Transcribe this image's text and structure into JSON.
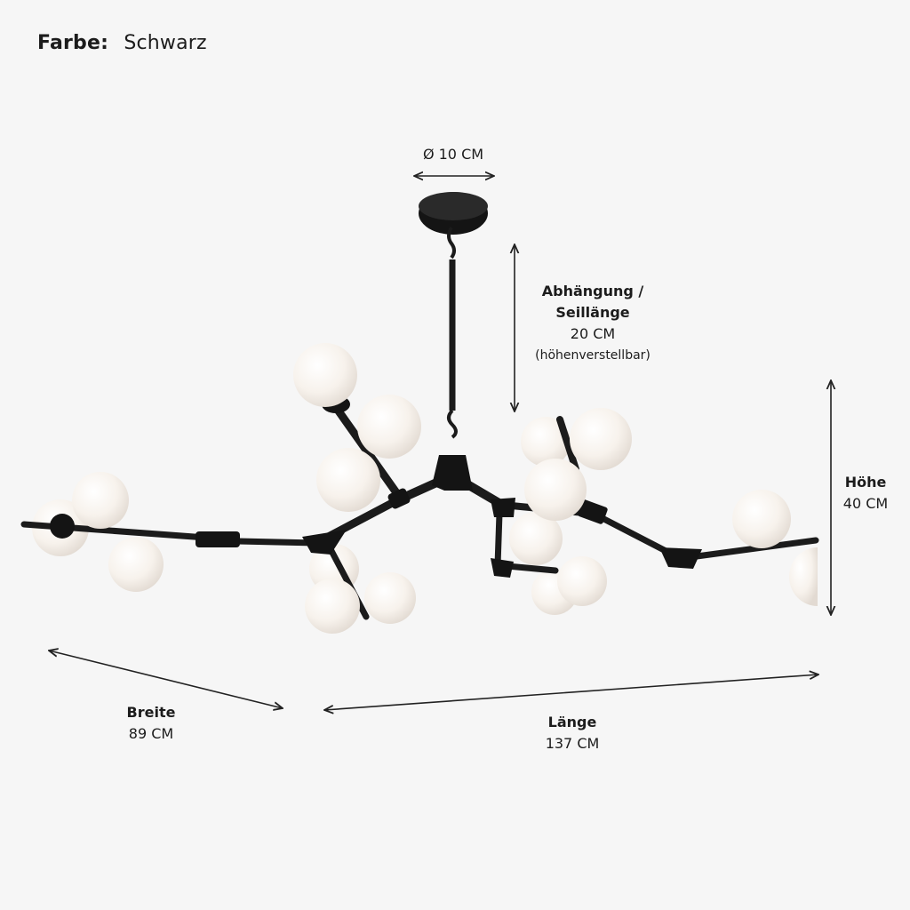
{
  "header": {
    "label": "Farbe:",
    "value": "Schwarz"
  },
  "dimensions": {
    "diameter": {
      "value": "Ø 10 CM"
    },
    "suspension": {
      "name_line1": "Abhängung /",
      "name_line2": "Seillänge",
      "value": "20 CM",
      "note": "(höhenverstellbar)"
    },
    "height": {
      "name": "Höhe",
      "value": "40 CM"
    },
    "width": {
      "name": "Breite",
      "value": "89 CM"
    },
    "length": {
      "name": "Länge",
      "value": "137 CM"
    }
  },
  "colors": {
    "background": "#f6f6f6",
    "frame": "#1b1b1b",
    "globe": "#f8f4ef",
    "text": "#1c1c1c"
  }
}
